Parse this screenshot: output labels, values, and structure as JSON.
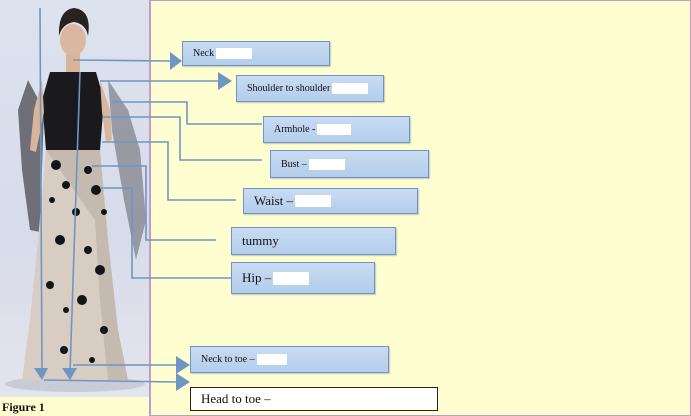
{
  "figure": {
    "caption": "Figure 1",
    "subject": "model-in-lace-evening-gown"
  },
  "labels": {
    "neck": "Neck",
    "shoulder": "Shoulder to shoulder",
    "armhole": "Armhole -",
    "bust": "Bust –",
    "waist": "Waist –",
    "tummy": "tummy",
    "hip": "Hip –",
    "neck_to_toe": "Neck to toe –",
    "head_to_toe": "Head to toe –"
  },
  "colors": {
    "background": "#fffed0",
    "box_fill": "#b9d1ee",
    "box_border": "#6f96c2",
    "connector": "#6f96c2",
    "frame": "#c39ac9"
  }
}
